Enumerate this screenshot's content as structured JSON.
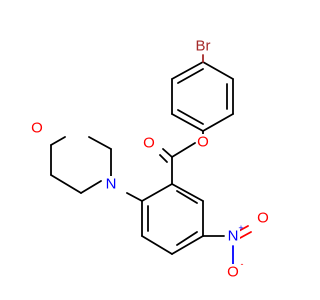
{
  "molecule": {
    "atoms": {
      "br": {
        "label": "Br",
        "color": "#a52a2a"
      },
      "ester_o": {
        "label": "O",
        "color": "#ff0000"
      },
      "carbonyl_o": {
        "label": "O",
        "color": "#ff0000"
      },
      "morpholine_n": {
        "label": "N",
        "color": "#0000ff"
      },
      "morpholine_o": {
        "label": "O",
        "color": "#ff0000"
      },
      "nitro_n": {
        "label": "N",
        "charge": "+",
        "color": "#0000ff"
      },
      "nitro_o_double": {
        "label": "O",
        "color": "#ff0000"
      },
      "nitro_o_single": {
        "label": "O",
        "charge": "-",
        "color": "#ff0000"
      }
    }
  }
}
